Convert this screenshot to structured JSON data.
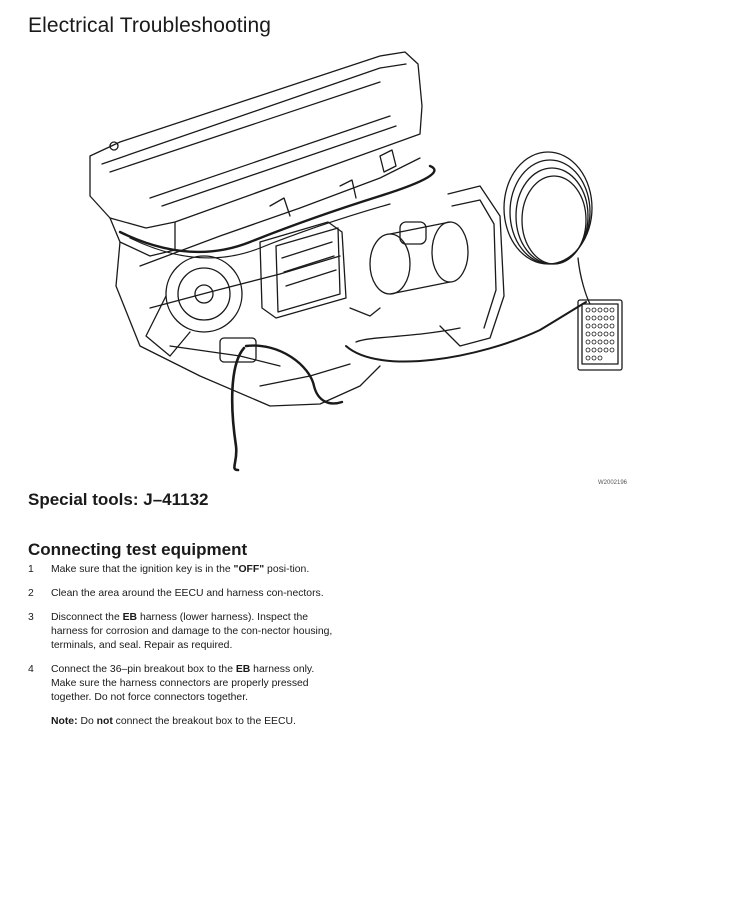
{
  "page": {
    "title": "Electrical Troubleshooting",
    "figure_id": "W2002196"
  },
  "special_tools": {
    "heading": "Special tools: J–41132"
  },
  "section": {
    "heading": "Connecting test equipment",
    "steps": [
      {
        "num": "1",
        "text_a": "Make sure that the ignition key is in the ",
        "bold_a": "\"OFF\"",
        "text_b": " posi-tion."
      },
      {
        "num": "2",
        "text": "Clean the area around the EECU and harness con-nectors."
      },
      {
        "num": "3",
        "text_a": "Disconnect the ",
        "bold_a": "EB",
        "text_b": " harness (lower harness). Inspect the harness for corrosion and damage to the con-nector housing, terminals, and seal. Repair as required."
      },
      {
        "num": "4",
        "text_a": "Connect the 36–pin breakout box to the ",
        "bold_a": "EB",
        "text_b": " harness only.",
        "line2": "Make sure the harness connectors are properly pressed together. Do not force connectors together.",
        "note_label": "Note:",
        "note_text_a": " Do ",
        "note_bold": "not",
        "note_text_b": " connect the breakout box to the EECU."
      }
    ]
  }
}
